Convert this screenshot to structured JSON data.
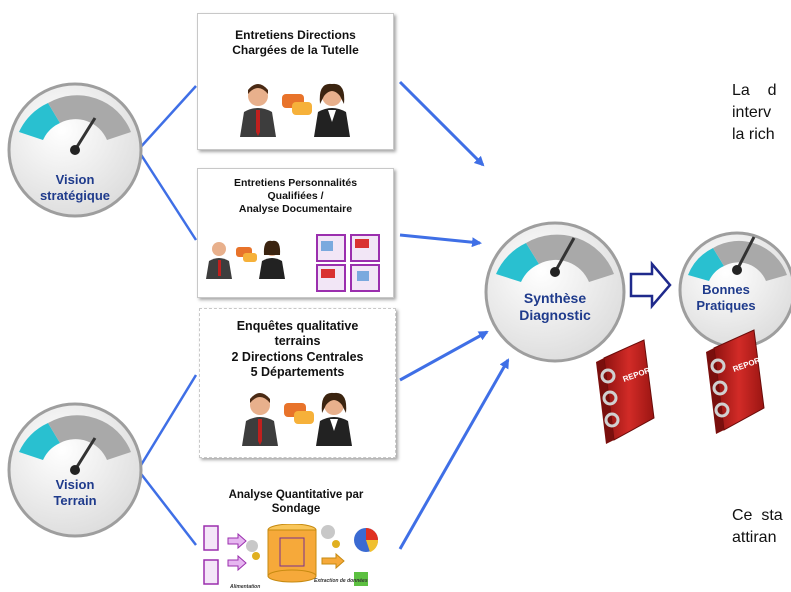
{
  "gauges": {
    "vision_strategique": {
      "label_line1": "Vision",
      "label_line2": "stratégique"
    },
    "vision_terrain": {
      "label_line1": "Vision",
      "label_line2": "Terrain"
    },
    "synthese": {
      "label_line1": "Synthèse",
      "label_line2": "Diagnostic"
    },
    "bonnes_pratiques": {
      "label_line1": "Bonnes",
      "label_line2": "Pratiques"
    }
  },
  "cards": {
    "directions": {
      "line1": "Entretiens Directions",
      "line2": "Chargées de la Tutelle"
    },
    "personnalites": {
      "line1": "Entretiens Personnalités",
      "line2": "Qualifiées /",
      "line3": "Analyse Documentaire"
    },
    "enquetes": {
      "line1": "Enquêtes qualitative",
      "line2": "terrains",
      "line3": "2 Directions Centrales",
      "line4": "5 Départements"
    },
    "quantitative": {
      "line1": "Analyse Quantitative par",
      "line2": "Sondage",
      "caption_left": "Alimentation",
      "caption_right": "Extraction de données"
    }
  },
  "report_books": {
    "label": "REPORT"
  },
  "text_blocks": {
    "top": {
      "line1": "La    d",
      "line2": "interv",
      "line3": "la rich"
    },
    "bottom": {
      "line1": "Ce  sta",
      "line2": "attiran"
    }
  },
  "colors": {
    "arrow_blue": "#3f6fe6",
    "gauge_cyan": "#29c0d0",
    "label_navy": "#1f3b8c",
    "book_red": "#c0201e"
  }
}
